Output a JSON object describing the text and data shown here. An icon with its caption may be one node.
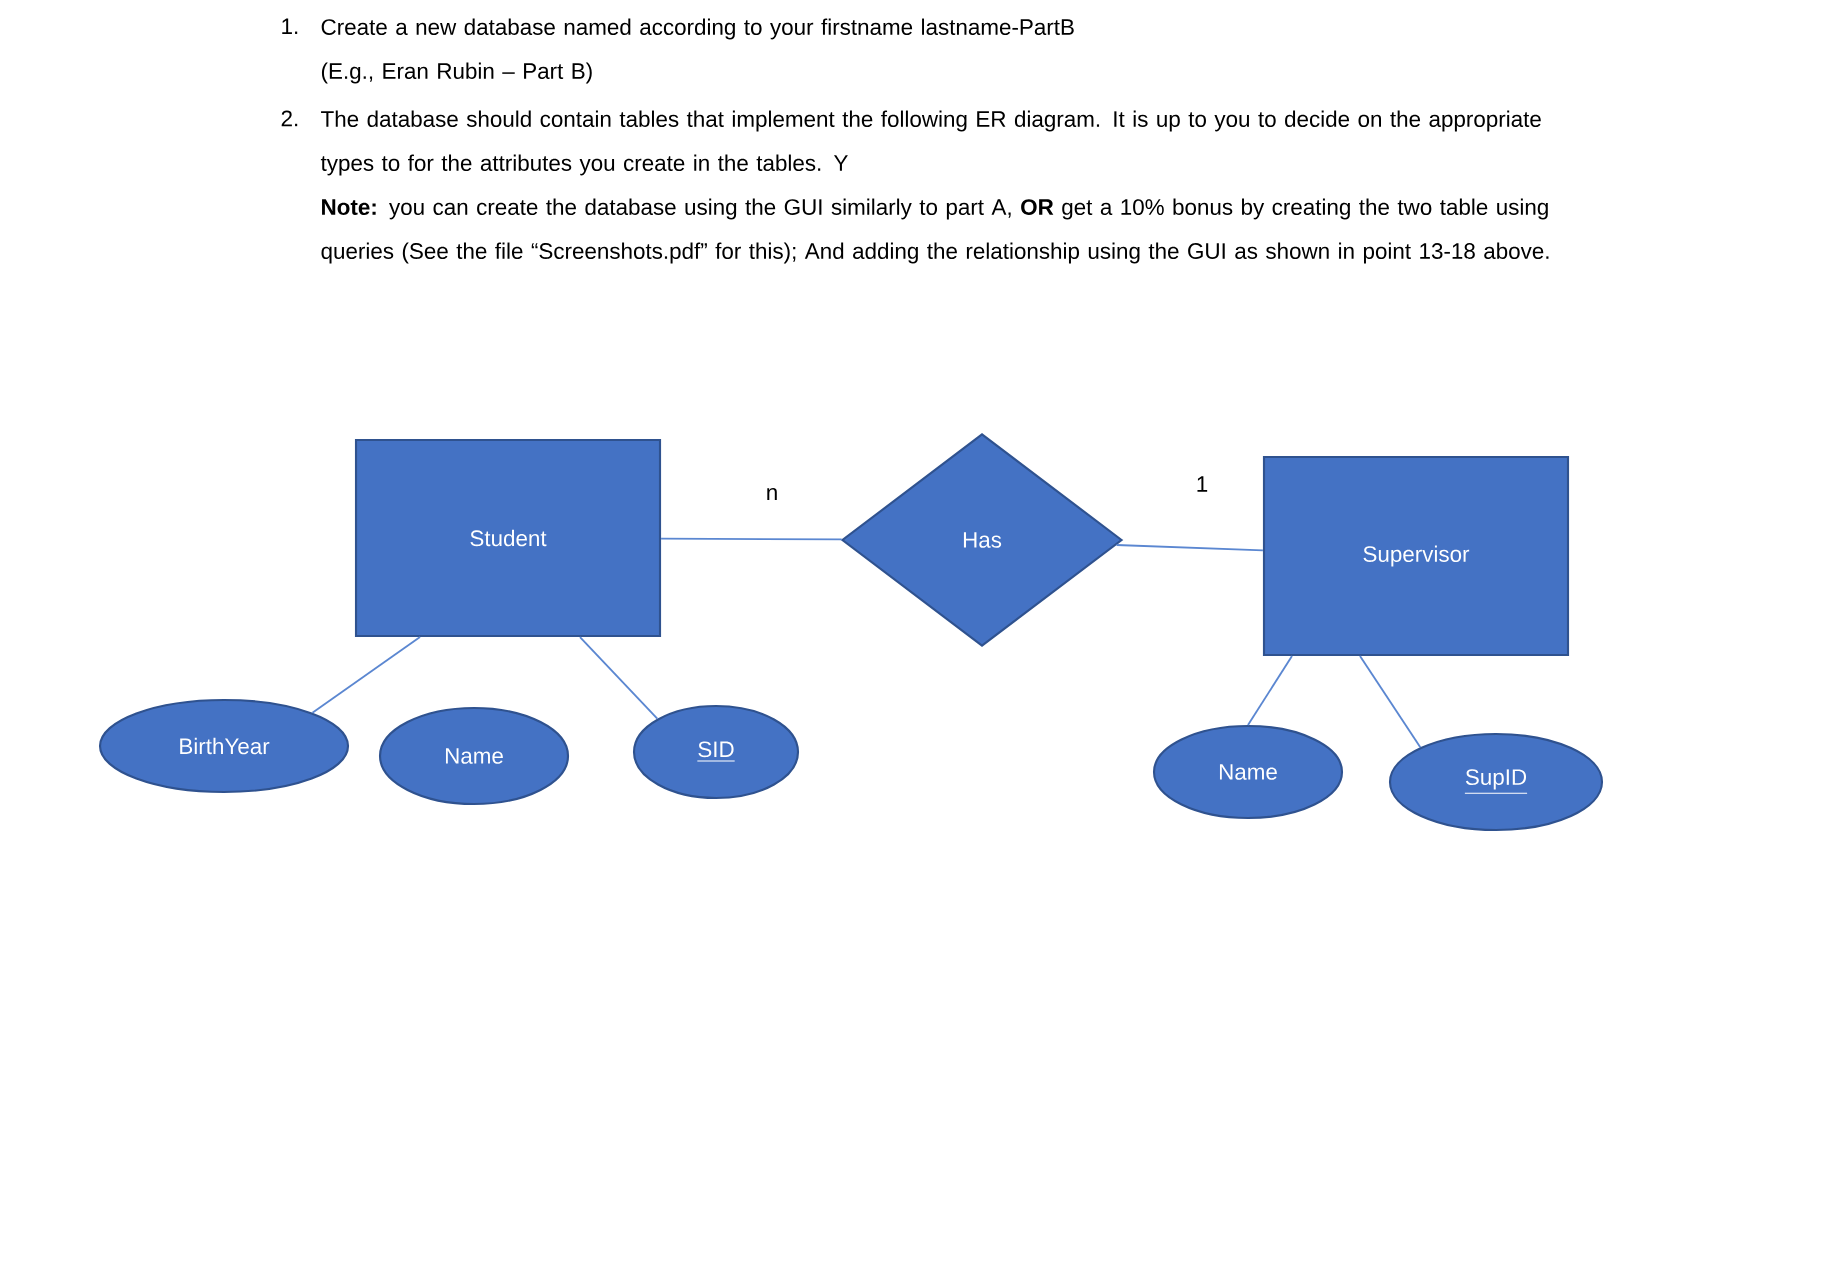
{
  "diagram": {
    "nodes": [
      {
        "text": [
          "Student"
        ]
      },
      {
        "text": [
          "Has"
        ]
      },
      {
        "text": [
          "Supervisor"
        ]
      },
      {
        "text": [
          "BirthYear"
        ]
      },
      {
        "text": [
          "Name"
        ]
      },
      {
        "text": [
          "SID"
        ]
      },
      {
        "text": [
          "Name"
        ]
      },
      {
        "text": [
          "SupID"
        ]
      }
    ],
    "edges": [
      {
        "from": 0,
        "to": 1,
        "arrow": "none",
        "label": "n"
      },
      {
        "from": 1,
        "to": 2,
        "arrow": "none",
        "label": "1"
      },
      {
        "from": 0,
        "to": 3,
        "arrow": "none"
      },
      {
        "from": 0,
        "to": 5,
        "arrow": "none"
      },
      {
        "from": 2,
        "to": 6,
        "arrow": "none"
      },
      {
        "from": 2,
        "to": 7,
        "arrow": "none"
      }
    ],
    "labels": [
      "1.",
      "Create a new database named according to your firstname lastname-PartB",
      "(E.g., Eran Rubin – Part B)",
      "2.",
      "The database should contain tables that implement the following ER diagram. It is up to you to decide on the appropriate types to for the attributes you create in the tables. Y",
      "**Note:** you can create the database using the GUI similarly to part A, **OR** get a 10% bonus by creating the two table using queries (See the file “Screenshots.pdf” for this); And adding the relationship using the GUI as shown in point 13-18 above."
    ]
  }
}
